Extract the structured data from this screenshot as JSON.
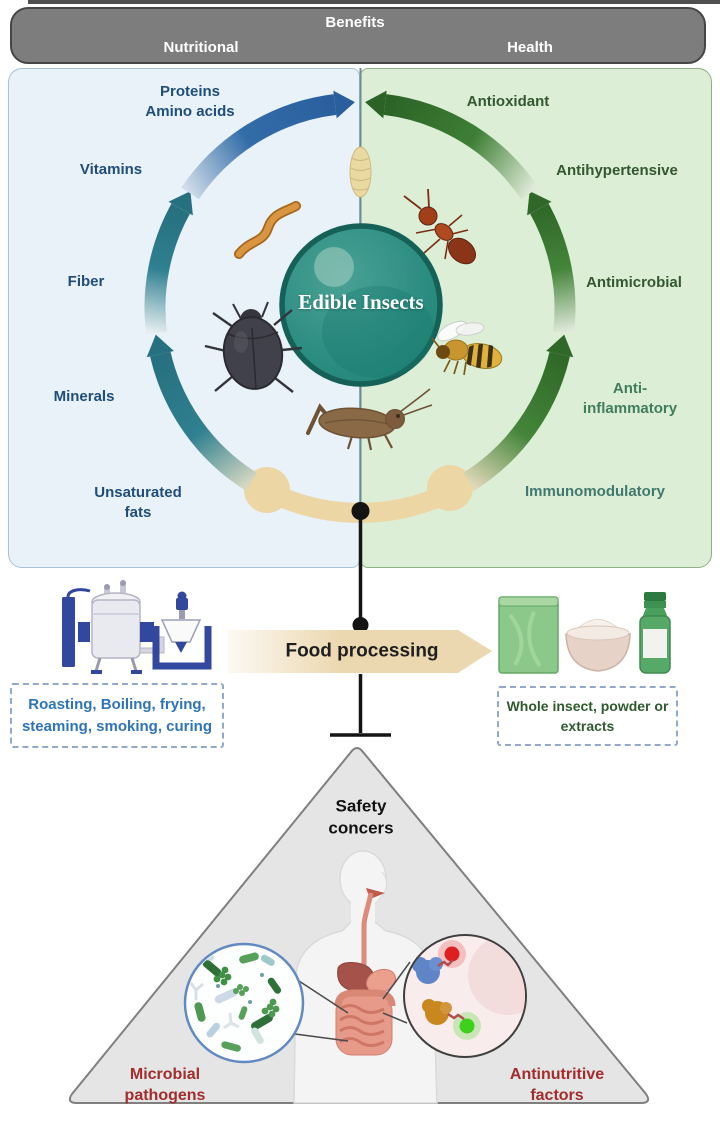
{
  "header": {
    "title": "Benefits",
    "left_tab": "Nutritional",
    "right_tab": "Health"
  },
  "center": {
    "label": "Edible Insects"
  },
  "nutritional": {
    "items": [
      {
        "label": "Proteins\nAmino acids"
      },
      {
        "label": "Vitamins"
      },
      {
        "label": "Fiber"
      },
      {
        "label": "Minerals"
      },
      {
        "label": "Unsaturated\nfats"
      }
    ]
  },
  "health": {
    "items": [
      {
        "label": "Antioxidant"
      },
      {
        "label": "Antihypertensive"
      },
      {
        "label": "Antimicrobial"
      },
      {
        "label": "Anti-inflammatory"
      },
      {
        "label": "Immunomodulatory"
      }
    ]
  },
  "processing": {
    "arrow_label": "Food processing",
    "methods_note": "Roasting, Boiling, frying,\nsteaming, smoking, curing",
    "products_note": "Whole insect, powder or\nextracts"
  },
  "safety": {
    "title": "Safety\nconcers",
    "left_label": "Microbial\npathogens",
    "right_label": "Antinutritive\nfactors"
  },
  "icons": [
    "larva-icon",
    "mealworm-icon",
    "beetle-icon",
    "ant-icon",
    "honeybee-icon",
    "cricket-icon",
    "processing-equipment-icon",
    "pouch-icon",
    "powder-bowl-icon",
    "extract-bottle-icon",
    "human-digestive-icon",
    "microbes-icon",
    "molecules-icon"
  ],
  "colors": {
    "header_gray": "#7d7d7d",
    "panel_blue": "#e9f1f9",
    "panel_green": "#ddeed7",
    "nutritional_text": "#1f4e79",
    "health_text": "#33572f",
    "health_text_teal": "#3f7d5c",
    "arrow_blue": "#2a5f9e",
    "arrow_teal": "#26707f",
    "arrow_green": "#2f6828",
    "band_tan": "#ecd8b0",
    "center_circle_teal": "#1f8579",
    "safety_red": "#a12d2d",
    "triangle_gray": "#e5e5e5"
  }
}
